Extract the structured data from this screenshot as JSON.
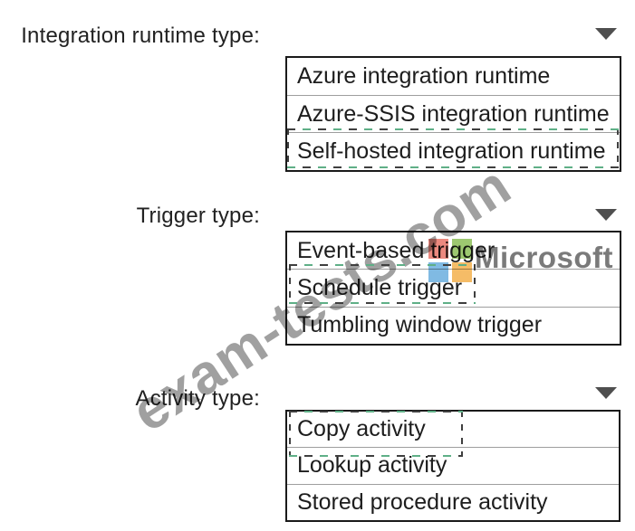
{
  "dropdowns": [
    {
      "label": "Integration runtime type:",
      "options": [
        "Azure integration runtime",
        "Azure-SSIS integration runtime",
        "Self-hosted integration runtime"
      ],
      "selected_option": "Self-hosted integration runtime"
    },
    {
      "label": "Trigger type:",
      "options": [
        "Event-based trigger",
        "Schedule trigger",
        "Tumbling window trigger"
      ],
      "selected_option": "Schedule trigger"
    },
    {
      "label": "Activity type:",
      "options": [
        "Copy activity",
        "Lookup activity",
        "Stored procedure activity"
      ],
      "selected_option": "Copy activity"
    }
  ],
  "selection_highlight": {
    "style": "dashed-box",
    "dash_colors": [
      "#3f3f3f",
      "#5faf87"
    ]
  },
  "icons": {
    "dropdown_caret": "caret-down"
  },
  "watermark": {
    "text": "exam-tests.com",
    "color": "#8f8f8f"
  },
  "brand": {
    "name": "Microsoft",
    "text_color": "#7a7a7a",
    "square_colors": {
      "red": "#e97468",
      "green": "#8cbf57",
      "blue": "#6aaede",
      "orange": "#f4b04c"
    }
  }
}
